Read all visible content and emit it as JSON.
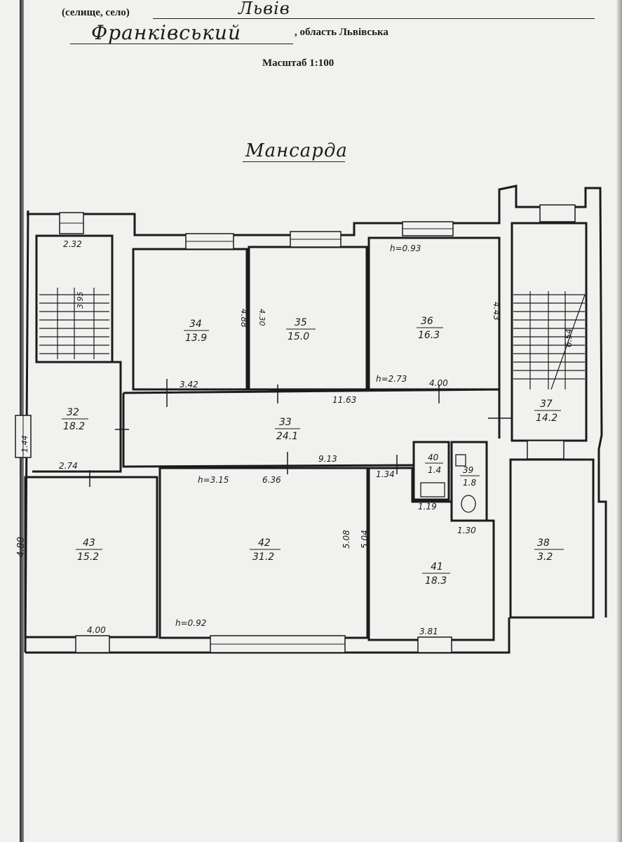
{
  "header": {
    "settlement_label": "(селище, село)",
    "city": "Львів",
    "district": "Франківський",
    "region": ", область Львівська",
    "scale": "Масштаб 1:100"
  },
  "floor_title": "Мансарда",
  "rooms": [
    {
      "id": "r32",
      "number": "32",
      "area": "18.2"
    },
    {
      "id": "r33",
      "number": "33",
      "area": "24.1"
    },
    {
      "id": "r34",
      "number": "34",
      "area": "13.9"
    },
    {
      "id": "r35",
      "number": "35",
      "area": "15.0"
    },
    {
      "id": "r36",
      "number": "36",
      "area": "16.3"
    },
    {
      "id": "r37",
      "number": "37",
      "area": "14.2"
    },
    {
      "id": "r38",
      "number": "38",
      "area": "3.2"
    },
    {
      "id": "r39",
      "number": "39",
      "area": "1.8"
    },
    {
      "id": "r40",
      "number": "40",
      "area": "1.4"
    },
    {
      "id": "r41",
      "number": "41",
      "area": "18.3"
    },
    {
      "id": "r42",
      "number": "42",
      "area": "31.2"
    },
    {
      "id": "r43",
      "number": "43",
      "area": "15.2"
    }
  ],
  "dimensions": {
    "d232": "2.32",
    "d395": "3.95",
    "d093": "h=0.93",
    "d488": "4.88",
    "d430": "4.30",
    "d443": "4.43",
    "d654": "6.54",
    "d342": "3.42",
    "d273": "h=2.73",
    "d400a": "4.00",
    "d1163": "11.63",
    "d144": "1.44",
    "d274": "2.74",
    "d913": "9.13",
    "d315": "h=3.15",
    "d636": "6.36",
    "d134": "1.34",
    "d119": "1.19",
    "d130": "1.30",
    "d508": "5.08",
    "d504": "5.04",
    "d480": "4.80",
    "d400b": "4.00",
    "d092": "h=0.92",
    "d381": "3.81"
  }
}
